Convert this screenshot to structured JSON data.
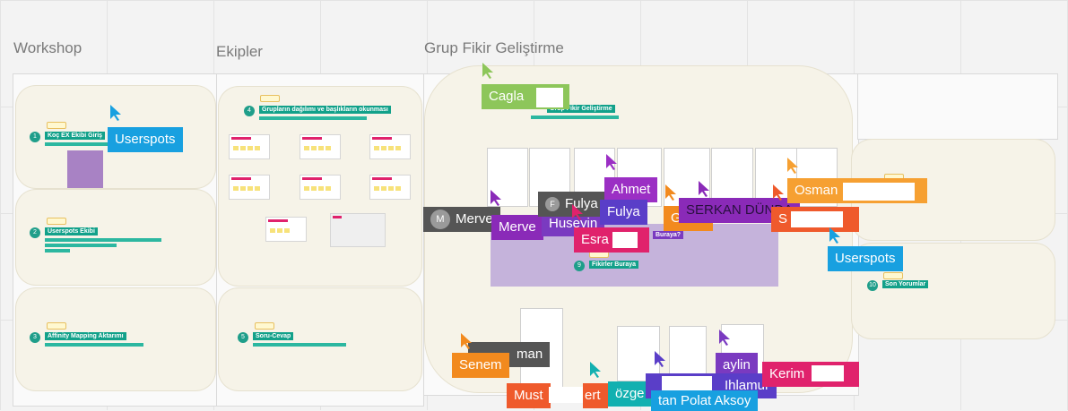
{
  "columns": [
    {
      "id": "workshop",
      "title": "Workshop"
    },
    {
      "id": "ekipler",
      "title": "Ekipler"
    },
    {
      "id": "grup",
      "title": "Grup Fikir Geliştirme"
    }
  ],
  "workshop_cards": [
    {
      "num": "1",
      "tag": "Koç EX Ekibi Giriş"
    },
    {
      "num": "2",
      "tag": "Userspots Ekibi"
    },
    {
      "num": "3",
      "tag": "Affinity Mapping Aktarımı"
    }
  ],
  "ekipler_cards": [
    {
      "num": "4",
      "tag": "Grupların dağılımı ve başlıkların okunması"
    },
    {
      "num": "5",
      "tag": "Soru-Cevap"
    }
  ],
  "grup": {
    "tag_top": "Grup Fikir Geliştirme",
    "num_bottom": "9",
    "tag_bottom": "Fikirler Buraya",
    "tag_mid": "Buraya?"
  },
  "right_card": {
    "num": "10",
    "tag": "Son Yorumlar"
  },
  "cursors": [
    {
      "name": "Userspots",
      "color": "#18a0e0"
    },
    {
      "name": "Caglа",
      "color": "#8dc65a"
    },
    {
      "name": "Merve",
      "color": "#555555",
      "initial": "M"
    },
    {
      "name": "Merve",
      "color": "#8a2ab8"
    },
    {
      "name": "Huseyin",
      "color": "#7a3ac0"
    },
    {
      "name": "Fulya",
      "color": "#555555"
    },
    {
      "name": "Ahmet",
      "color": "#9b2fc4"
    },
    {
      "name": "Fulya",
      "color": "#5a3ec8"
    },
    {
      "name": "Esra",
      "color": "#e0226c"
    },
    {
      "name": "Gülce",
      "color": "#f28a1e"
    },
    {
      "name": "SERKAN DÜNDA",
      "color": "#8a2ab8"
    },
    {
      "name": "Osman",
      "color": "#f6a032"
    },
    {
      "name": "S",
      "color": "#ef5a2c"
    },
    {
      "name": "Userspots",
      "color": "#18a0e0"
    },
    {
      "name": "man",
      "color": "#555555"
    },
    {
      "name": "Senem",
      "color": "#f28a1e"
    },
    {
      "name": "Must",
      "color": "#ef5a2c"
    },
    {
      "name": "ert",
      "color": "#ef5a2c"
    },
    {
      "name": "özge",
      "color": "#12b0b0"
    },
    {
      "name": "aylin",
      "color": "#7a3ac0"
    },
    {
      "name": "Ihlamur",
      "color": "#5a3ec8"
    },
    {
      "name": "Kerim",
      "color": "#e0226c"
    },
    {
      "name": "tan Polat Aksoy",
      "color": "#18a0e0"
    }
  ]
}
